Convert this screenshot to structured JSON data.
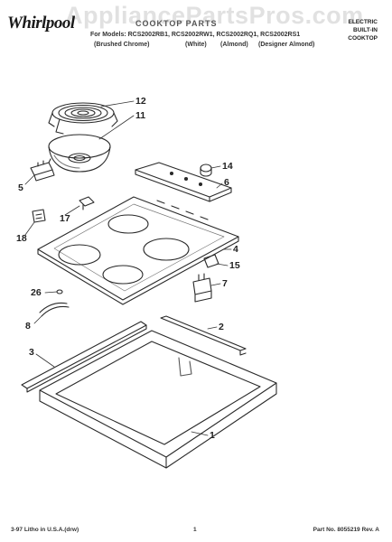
{
  "header": {
    "brand": "Whirlpool",
    "watermark": "AppliancePartsPros.com",
    "title": "COOKTOP PARTS",
    "models": "For Models: RCS2002RB1, RCS2002RW1, RCS2002RQ1, RCS2002RS1",
    "variants": [
      "(Brushed Chrome)",
      "(White)",
      "(Almond)",
      "(Designer Almond)"
    ],
    "product_lines": [
      "ELECTRIC",
      "BUILT-IN",
      "COOKTOP"
    ]
  },
  "callouts": [
    "12",
    "11",
    "14",
    "6",
    "5",
    "17",
    "18",
    "4",
    "15",
    "7",
    "26",
    "8",
    "2",
    "3",
    "1"
  ],
  "footer": {
    "litho": "3-97 Litho in U.S.A.(drw)",
    "page": "1",
    "part_no": "Part No. 8055219 Rev. A"
  }
}
